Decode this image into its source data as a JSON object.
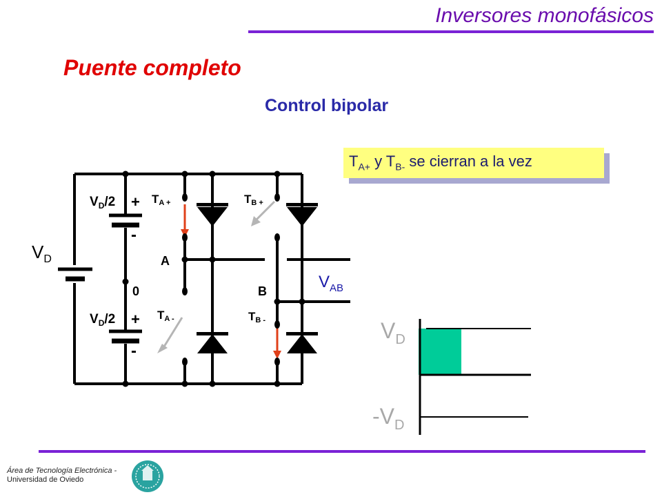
{
  "header": {
    "title": "Inversores monofásicos"
  },
  "slide": {
    "title": "Puente completo",
    "subtitle": "Control bipolar"
  },
  "note": {
    "t1": "T",
    "s1": "A+",
    "mid": " y T",
    "s2": "B-",
    "tail": " se cierran a la vez"
  },
  "circuit": {
    "vd_label": "V",
    "vd_sub": "D",
    "half_label": "V",
    "half_sub": "D",
    "half_suffix": "/2",
    "plus": "+",
    "minus": "-",
    "zero": "0",
    "node_a": "A",
    "node_b": "B",
    "ta_plus": "T",
    "ta_plus_sub": "A +",
    "ta_minus": "T",
    "ta_minus_sub": "A -",
    "tb_plus": "T",
    "tb_plus_sub": "B +",
    "tb_minus": "T",
    "tb_minus_sub": "B -",
    "vab_label": "V",
    "vab_sub": "AB",
    "colors": {
      "active_switch": "#e0401a",
      "inactive_switch": "#b5b5b5",
      "wire": "#000000"
    }
  },
  "waveform": {
    "pos_label": "V",
    "pos_sub": "D",
    "neg_label": "-V",
    "neg_sub": "D",
    "fill_color": "#00cc99"
  },
  "footer": {
    "org_line1": "Área de Tecnología Electrónica -",
    "org_line2": "Universidad de Oviedo",
    "logo": "university-seal-icon"
  }
}
